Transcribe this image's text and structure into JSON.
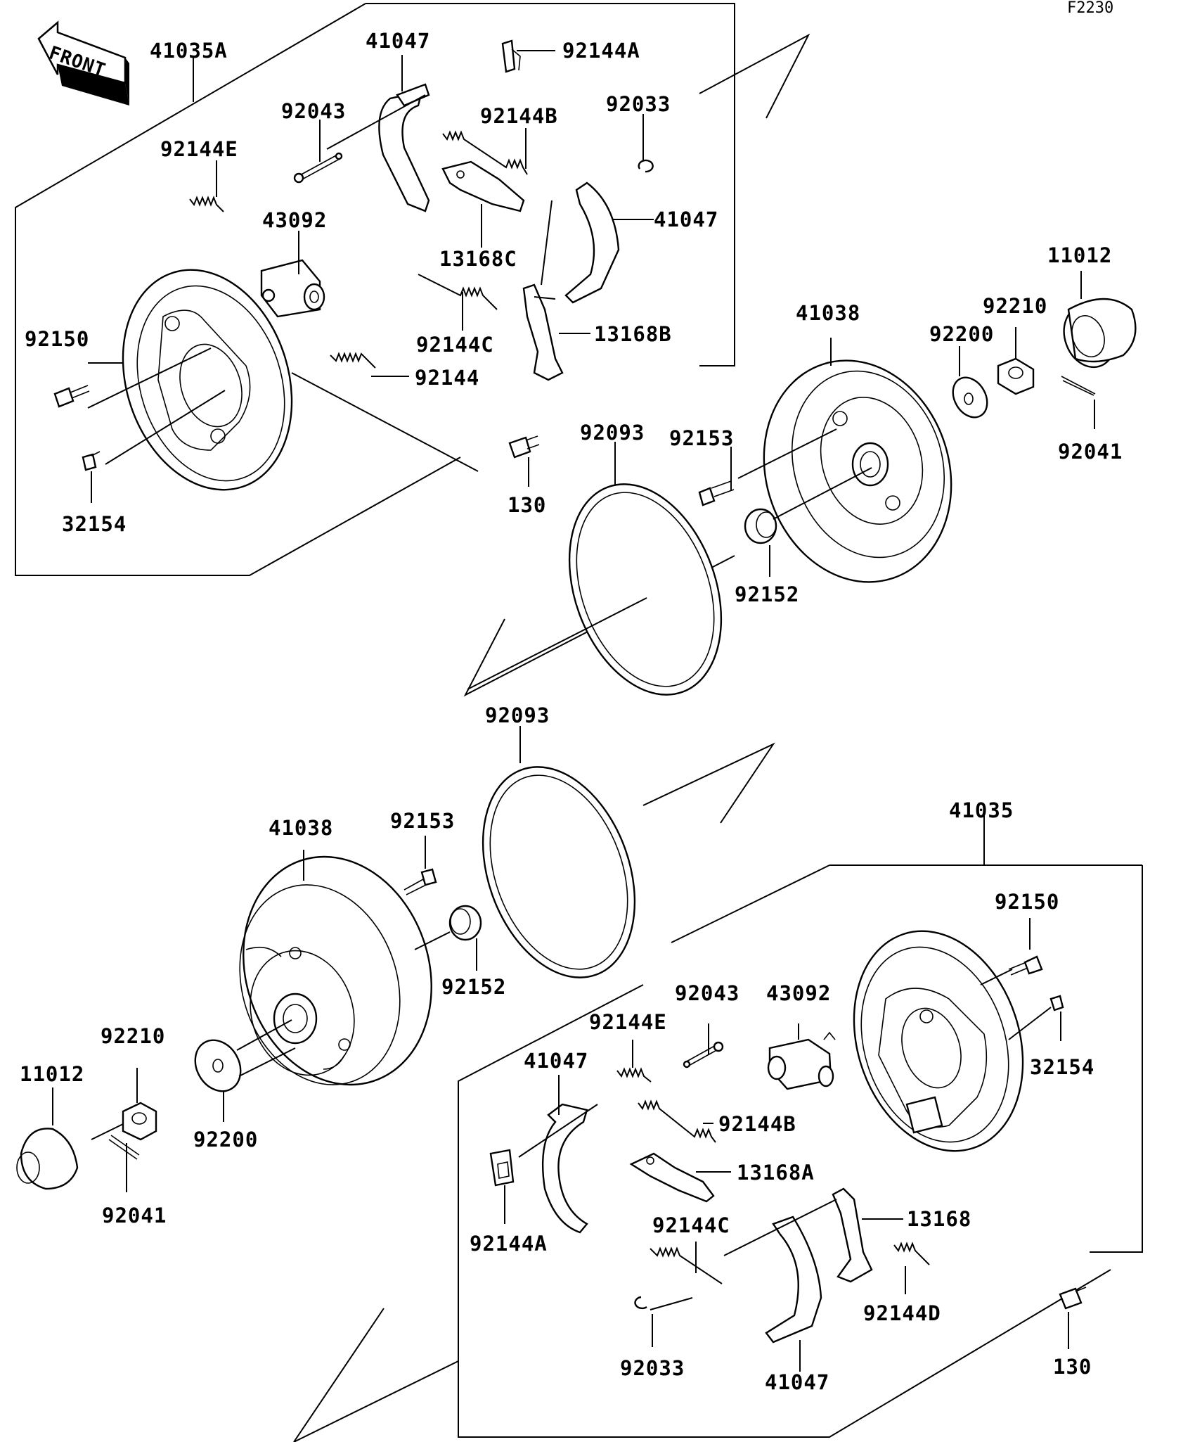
{
  "figure_code": "F2230",
  "front_label": "FRONT",
  "top_assembly": {
    "labels": {
      "backing_plate": "41035A",
      "shoe_a": "41047",
      "shoe_b": "41047",
      "clip": "92144A",
      "pin": "92043",
      "spring_b": "92144B",
      "e_ring": "92033",
      "spring_e": "92144E",
      "wheel_cyl": "43092",
      "lever_c": "13168C",
      "spring_c": "92144C",
      "lever_b": "13168B",
      "spring": "92144",
      "bolt": "92150",
      "bleeder": "32154",
      "bolt_130": "130",
      "seal_ring": "92093",
      "stud": "92153",
      "oil_seal": "92152",
      "drum": "41038",
      "washer": "92200",
      "nut": "92210",
      "cap": "11012",
      "cotter": "92041"
    }
  },
  "bottom_assembly": {
    "labels": {
      "seal_ring": "92093",
      "drum": "41038",
      "stud": "92153",
      "oil_seal": "92152",
      "nut": "92210",
      "washer": "92200",
      "cap": "11012",
      "cotter": "92041",
      "backing_plate": "41035",
      "bolt": "92150",
      "pin": "92043",
      "wheel_cyl": "43092",
      "spring_e": "92144E",
      "shoe_a": "41047",
      "spring_b": "92144B",
      "bleeder": "32154",
      "lever_a": "13168A",
      "clip": "92144A",
      "spring_c": "92144C",
      "lever": "13168",
      "spring_d": "92144D",
      "e_ring": "92033",
      "shoe_b": "41047",
      "bolt_130": "130"
    }
  }
}
